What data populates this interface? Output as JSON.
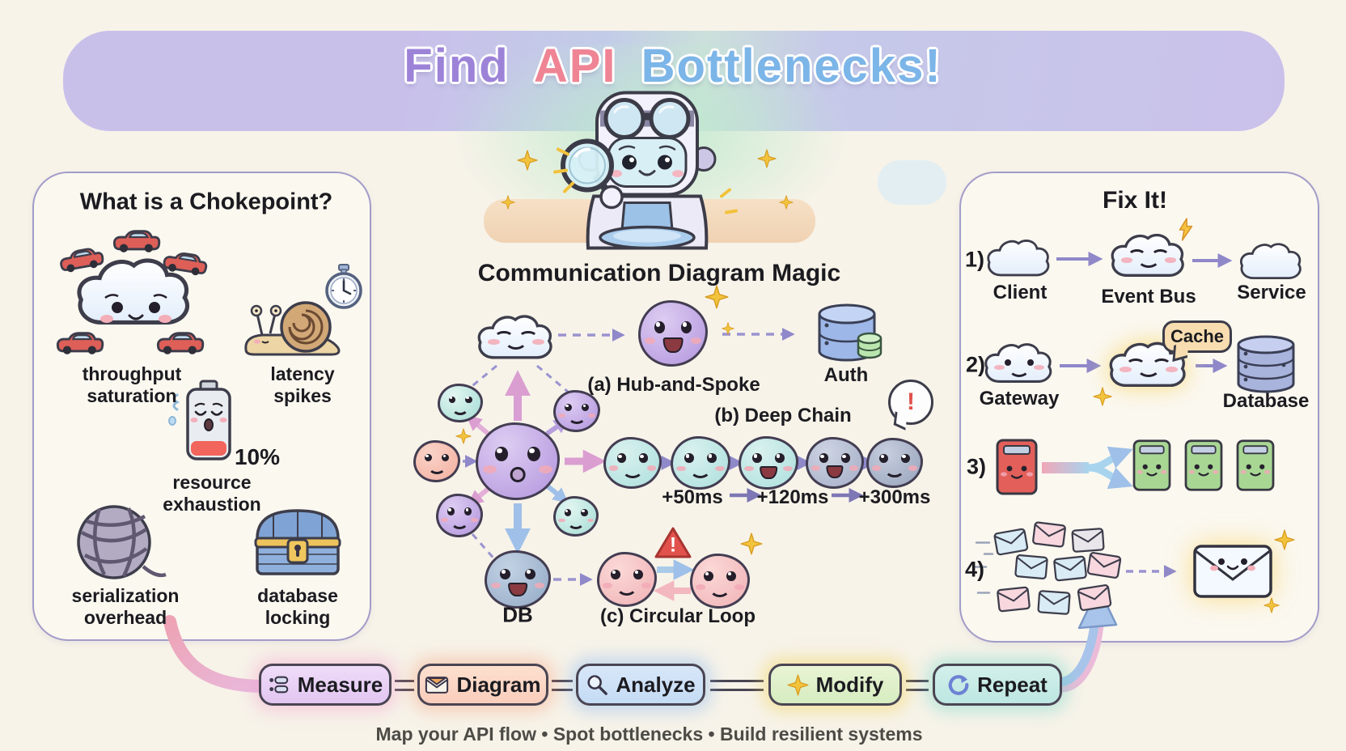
{
  "header": {
    "title_find": "Find",
    "title_api": "API",
    "title_bottlenecks": "Bottlenecks!"
  },
  "left_panel": {
    "title": "What is a Chokepoint?",
    "battery_level": "10%",
    "items": [
      {
        "icon": "traffic-cloud-icon",
        "line1": "throughput",
        "line2": "saturation"
      },
      {
        "icon": "snail-stopwatch-icon",
        "line1": "latency",
        "line2": "spikes"
      },
      {
        "icon": "low-battery-icon",
        "line1": "resource",
        "line2": "exhaustion"
      },
      {
        "icon": "yarn-ball-icon",
        "line1": "serialization",
        "line2": "overhead"
      },
      {
        "icon": "locked-chest-icon",
        "line1": "database",
        "line2": "locking"
      }
    ]
  },
  "center": {
    "title": "Communication Diagram Magic",
    "pattern_a": "(a) Hub-and-Spoke",
    "auth": "Auth",
    "pattern_b": "(b) Deep Chain",
    "latency_steps": [
      "+50ms",
      "+120ms",
      "+300ms"
    ],
    "db": "DB",
    "pattern_c": "(c) Circular Loop",
    "warn": "!",
    "alert": "!"
  },
  "right_panel": {
    "title": "Fix It!",
    "row1": {
      "num": "1)",
      "a": "Client",
      "b": "Event Bus",
      "c": "Service"
    },
    "row2": {
      "num": "2)",
      "a": "Gateway",
      "bubble": "Cache",
      "c": "Database"
    },
    "row3": {
      "num": "3)"
    },
    "row4": {
      "num": "4)"
    }
  },
  "workflow": {
    "steps": [
      {
        "label": "Measure",
        "icon": "checklist-icon"
      },
      {
        "label": "Diagram",
        "icon": "envelope-icon"
      },
      {
        "label": "Analyze",
        "icon": "magnifier-icon"
      },
      {
        "label": "Modify",
        "icon": "sparkle-icon"
      },
      {
        "label": "Repeat",
        "icon": "repeat-icon"
      }
    ]
  },
  "footer": {
    "tagline": "Map your API flow • Spot bottlenecks • Build resilient systems"
  },
  "colors": {
    "background": "#f7f3e9",
    "banner": "#c9c0ea",
    "title_find": "#9c83d8",
    "title_api": "#ef8495",
    "title_bottlenecks": "#7cb5e8",
    "arrow_purple": "#8f88c9",
    "arrow_pink": "#db9ed1",
    "arrow_blue": "#9fc0e8",
    "warning_red": "#e2524d",
    "sparkle_gold": "#f2c43d"
  }
}
